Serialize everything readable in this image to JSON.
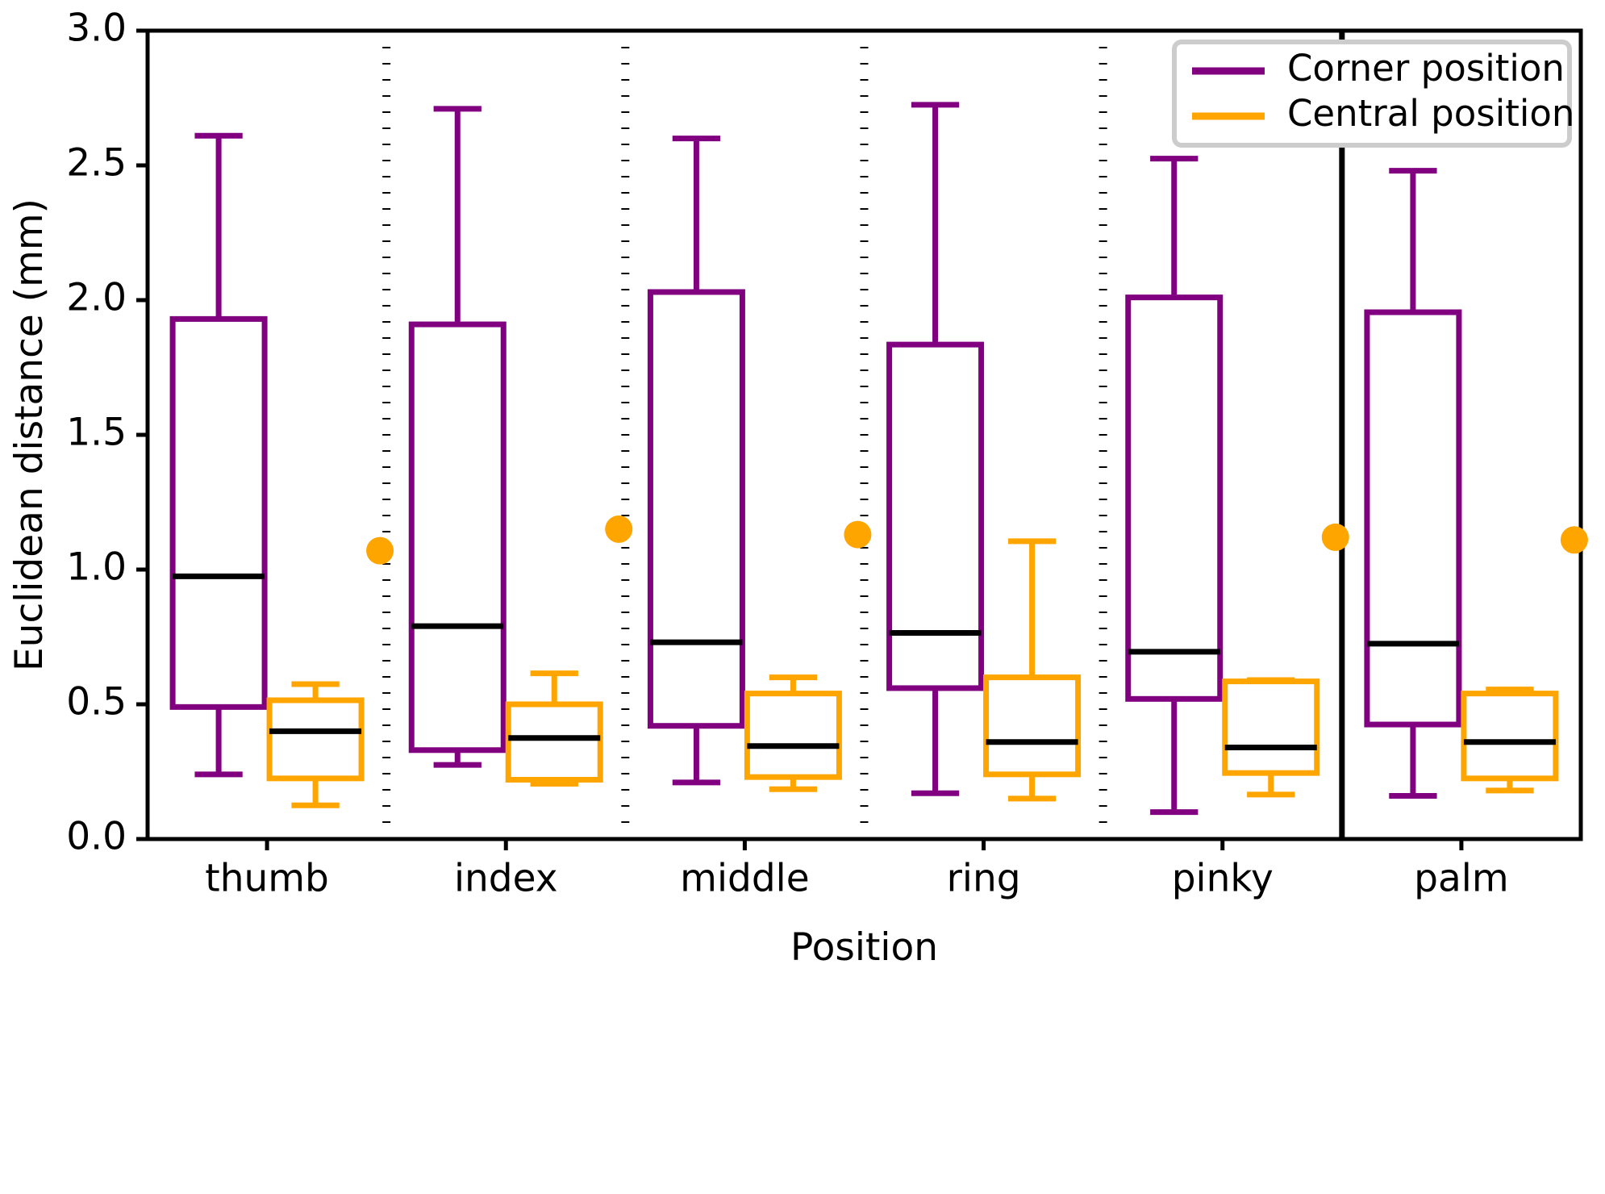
{
  "chart_data": {
    "type": "box",
    "title": "",
    "xlabel": "Position",
    "ylabel": "Euclidean distance (mm)",
    "categories": [
      "thumb",
      "index",
      "middle",
      "ring",
      "pinky",
      "palm"
    ],
    "ylim": [
      0.0,
      3.0
    ],
    "ytick_labels": [
      "0.0",
      "0.5",
      "1.0",
      "1.5",
      "2.0",
      "2.5",
      "3.0"
    ],
    "ytick_values": [
      0.0,
      0.5,
      1.0,
      1.5,
      2.0,
      2.5,
      3.0
    ],
    "grid": false,
    "legend_position": "upper right",
    "series": [
      {
        "name": "Corner position",
        "color": "#800080",
        "boxes": [
          {
            "category": "thumb",
            "whisker_low": 0.24,
            "q1": 0.49,
            "median": 0.975,
            "q3": 1.93,
            "whisker_high": 2.61,
            "outliers": []
          },
          {
            "category": "index",
            "whisker_low": 0.275,
            "q1": 0.33,
            "median": 0.79,
            "q3": 1.91,
            "whisker_high": 2.71,
            "outliers": []
          },
          {
            "category": "middle",
            "whisker_low": 0.21,
            "q1": 0.42,
            "median": 0.73,
            "q3": 2.03,
            "whisker_high": 2.6,
            "outliers": []
          },
          {
            "category": "ring",
            "whisker_low": 0.17,
            "q1": 0.56,
            "median": 0.765,
            "q3": 1.835,
            "whisker_high": 2.725,
            "outliers": []
          },
          {
            "category": "pinky",
            "whisker_low": 0.1,
            "q1": 0.52,
            "median": 0.695,
            "q3": 2.01,
            "whisker_high": 2.525,
            "outliers": []
          },
          {
            "category": "palm",
            "whisker_low": 0.16,
            "q1": 0.425,
            "median": 0.725,
            "q3": 1.955,
            "whisker_high": 2.48,
            "outliers": []
          }
        ]
      },
      {
        "name": "Central position",
        "color": "#FFA500",
        "boxes": [
          {
            "category": "thumb",
            "whisker_low": 0.125,
            "q1": 0.225,
            "median": 0.4,
            "q3": 0.515,
            "whisker_high": 0.575,
            "outliers": [
              1.07
            ]
          },
          {
            "category": "index",
            "whisker_low": 0.205,
            "q1": 0.22,
            "median": 0.375,
            "q3": 0.5,
            "whisker_high": 0.615,
            "outliers": [
              1.15
            ]
          },
          {
            "category": "middle",
            "whisker_low": 0.185,
            "q1": 0.23,
            "median": 0.345,
            "q3": 0.54,
            "whisker_high": 0.6,
            "outliers": [
              1.13
            ]
          },
          {
            "category": "ring",
            "whisker_low": 0.15,
            "q1": 0.24,
            "median": 0.36,
            "q3": 0.6,
            "whisker_high": 1.105,
            "outliers": []
          },
          {
            "category": "pinky",
            "whisker_low": 0.165,
            "q1": 0.245,
            "median": 0.34,
            "q3": 0.585,
            "whisker_high": 0.59,
            "outliers": [
              1.12
            ]
          },
          {
            "category": "palm",
            "whisker_low": 0.18,
            "q1": 0.225,
            "median": 0.36,
            "q3": 0.54,
            "whisker_high": 0.555,
            "outliers": [
              1.11
            ]
          }
        ]
      }
    ],
    "separators": {
      "dotted_after": [
        "thumb",
        "index",
        "middle",
        "ring"
      ],
      "solid_after": [
        "pinky"
      ]
    },
    "median_color": "#000000"
  },
  "legend": {
    "entries": [
      {
        "label": "Corner position",
        "color": "#800080"
      },
      {
        "label": "Central position",
        "color": "#FFA500"
      }
    ]
  },
  "axes": {
    "ylabel": "Euclidean distance (mm)",
    "xlabel": "Position",
    "ytick_labels": [
      "3.0",
      "2.5",
      "2.0",
      "1.5",
      "1.0",
      "0.5",
      "0.0"
    ],
    "xtick_labels": [
      "thumb",
      "index",
      "middle",
      "ring",
      "pinky",
      "palm"
    ]
  }
}
